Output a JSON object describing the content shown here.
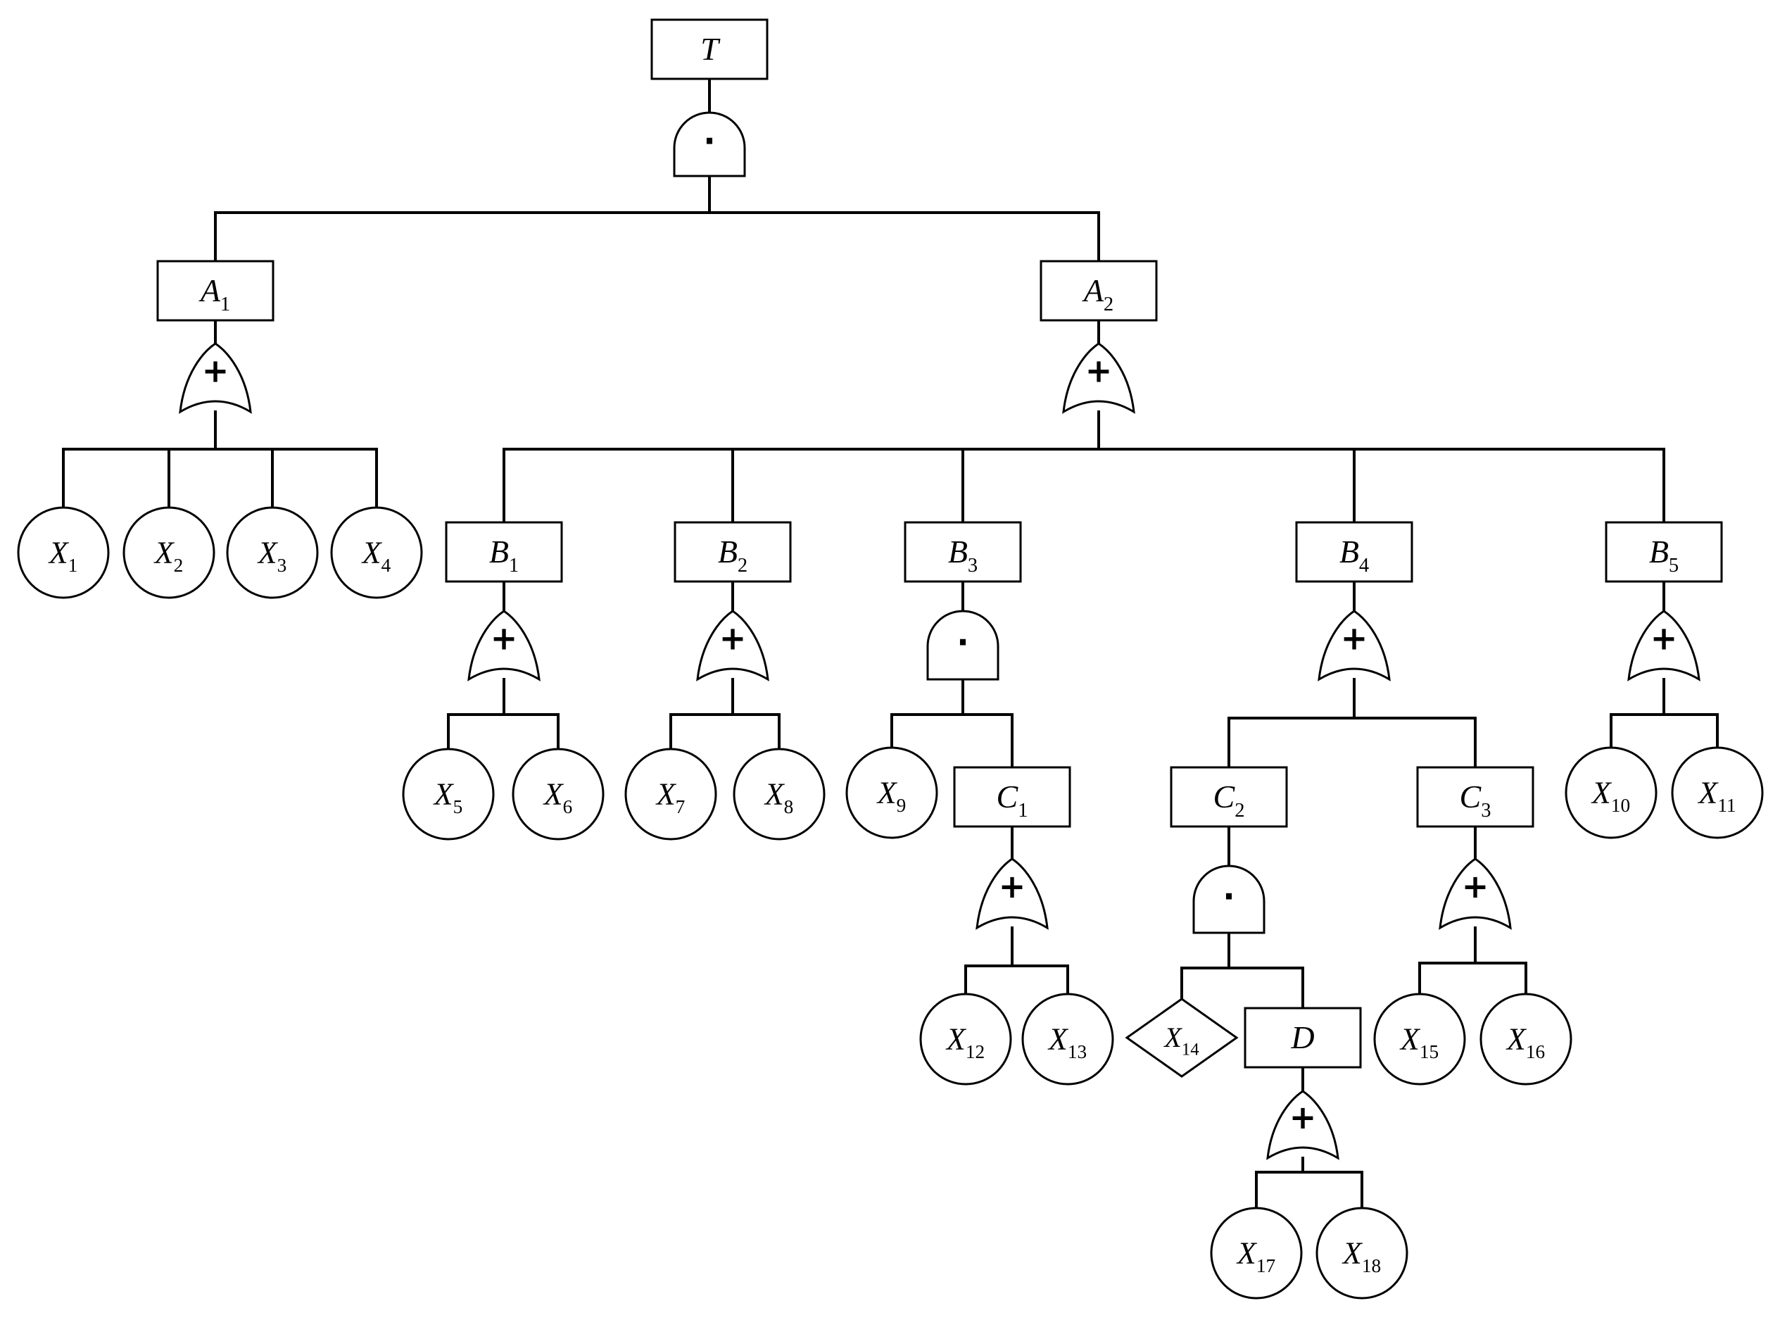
{
  "colors": {
    "stroke": "#000000",
    "fill": "#ffffff",
    "background": "#ffffff"
  },
  "symbols": {
    "and_gate": "·",
    "or_gate": "+"
  },
  "events": {
    "T": {
      "main": "T",
      "sub": ""
    },
    "A1": {
      "main": "A",
      "sub": "1"
    },
    "A2": {
      "main": "A",
      "sub": "2"
    },
    "B1": {
      "main": "B",
      "sub": "1"
    },
    "B2": {
      "main": "B",
      "sub": "2"
    },
    "B3": {
      "main": "B",
      "sub": "3"
    },
    "B4": {
      "main": "B",
      "sub": "4"
    },
    "B5": {
      "main": "B",
      "sub": "5"
    },
    "C1": {
      "main": "C",
      "sub": "1"
    },
    "C2": {
      "main": "C",
      "sub": "2"
    },
    "C3": {
      "main": "C",
      "sub": "3"
    },
    "D": {
      "main": "D",
      "sub": ""
    },
    "X1": {
      "main": "X",
      "sub": "1"
    },
    "X2": {
      "main": "X",
      "sub": "2"
    },
    "X3": {
      "main": "X",
      "sub": "3"
    },
    "X4": {
      "main": "X",
      "sub": "4"
    },
    "X5": {
      "main": "X",
      "sub": "5"
    },
    "X6": {
      "main": "X",
      "sub": "6"
    },
    "X7": {
      "main": "X",
      "sub": "7"
    },
    "X8": {
      "main": "X",
      "sub": "8"
    },
    "X9": {
      "main": "X",
      "sub": "9"
    },
    "X10": {
      "main": "X",
      "sub": "10"
    },
    "X11": {
      "main": "X",
      "sub": "11"
    },
    "X12": {
      "main": "X",
      "sub": "12"
    },
    "X13": {
      "main": "X",
      "sub": "13"
    },
    "X14": {
      "main": "X",
      "sub": "14"
    },
    "X15": {
      "main": "X",
      "sub": "15"
    },
    "X16": {
      "main": "X",
      "sub": "16"
    },
    "X17": {
      "main": "X",
      "sub": "17"
    },
    "X18": {
      "main": "X",
      "sub": "18"
    }
  },
  "gates": {
    "T": "and",
    "A1": "or",
    "A2": "or",
    "B1": "or",
    "B2": "or",
    "B3": "and",
    "B4": "or",
    "B5": "or",
    "C1": "or",
    "C2": "and",
    "C3": "or",
    "D": "or"
  }
}
